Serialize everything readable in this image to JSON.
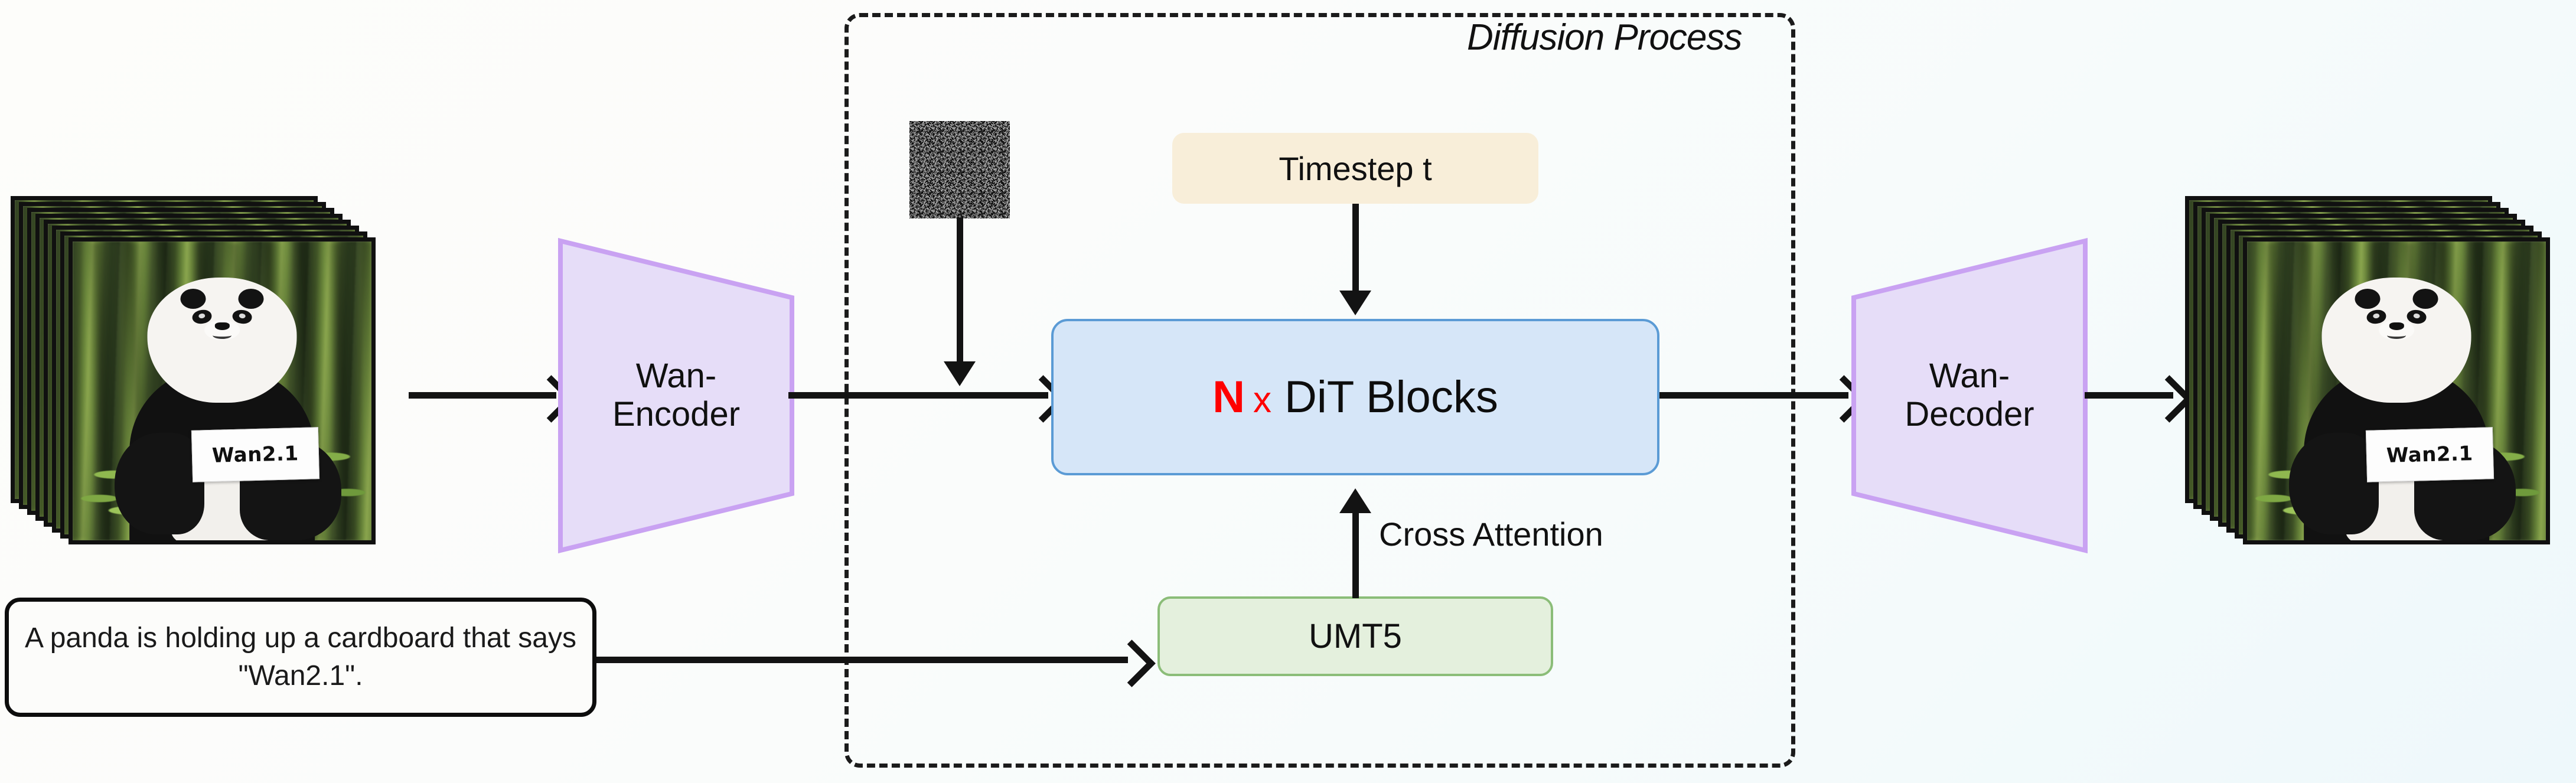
{
  "diagram": {
    "title": "Wan2.1 video diffusion pipeline",
    "diffusion_group_label": "Diffusion Process"
  },
  "nodes": {
    "input_frames": {
      "name": "input video frames",
      "sign_text": "Wan2.1",
      "frame_count": 8
    },
    "prompt": {
      "text": "A panda is holding up a cardboard that says \"Wan2.1\"."
    },
    "encoder": {
      "line1": "Wan-",
      "line2": "Encoder"
    },
    "noise": {
      "name": "gaussian noise latent"
    },
    "timestep": {
      "label": "Timestep t"
    },
    "dit": {
      "repeat": "N",
      "multiplier": "x",
      "label": "DiT Blocks"
    },
    "text_encoder": {
      "label": "UMT5"
    },
    "decoder": {
      "line1": "Wan-",
      "line2": "Decoder"
    },
    "output_frames": {
      "name": "output video frames",
      "sign_text": "Wan2.1",
      "frame_count": 8
    }
  },
  "edges": {
    "cross_attention_label": "Cross Attention"
  },
  "colors": {
    "dit_fill": "#d6e6f8",
    "dit_border": "#5b9bd5",
    "dit_accent_red": "#fe0000",
    "timestep_fill": "#f8eed9",
    "umt5_fill": "#e4f0dd",
    "umt5_border": "#8bbd78",
    "trapezoid_fill": "#e6ddf8",
    "trapezoid_border": "#c9a2f2",
    "connector": "#131313",
    "background_start": "#fdfdfa",
    "background_end": "#eef8fb"
  }
}
